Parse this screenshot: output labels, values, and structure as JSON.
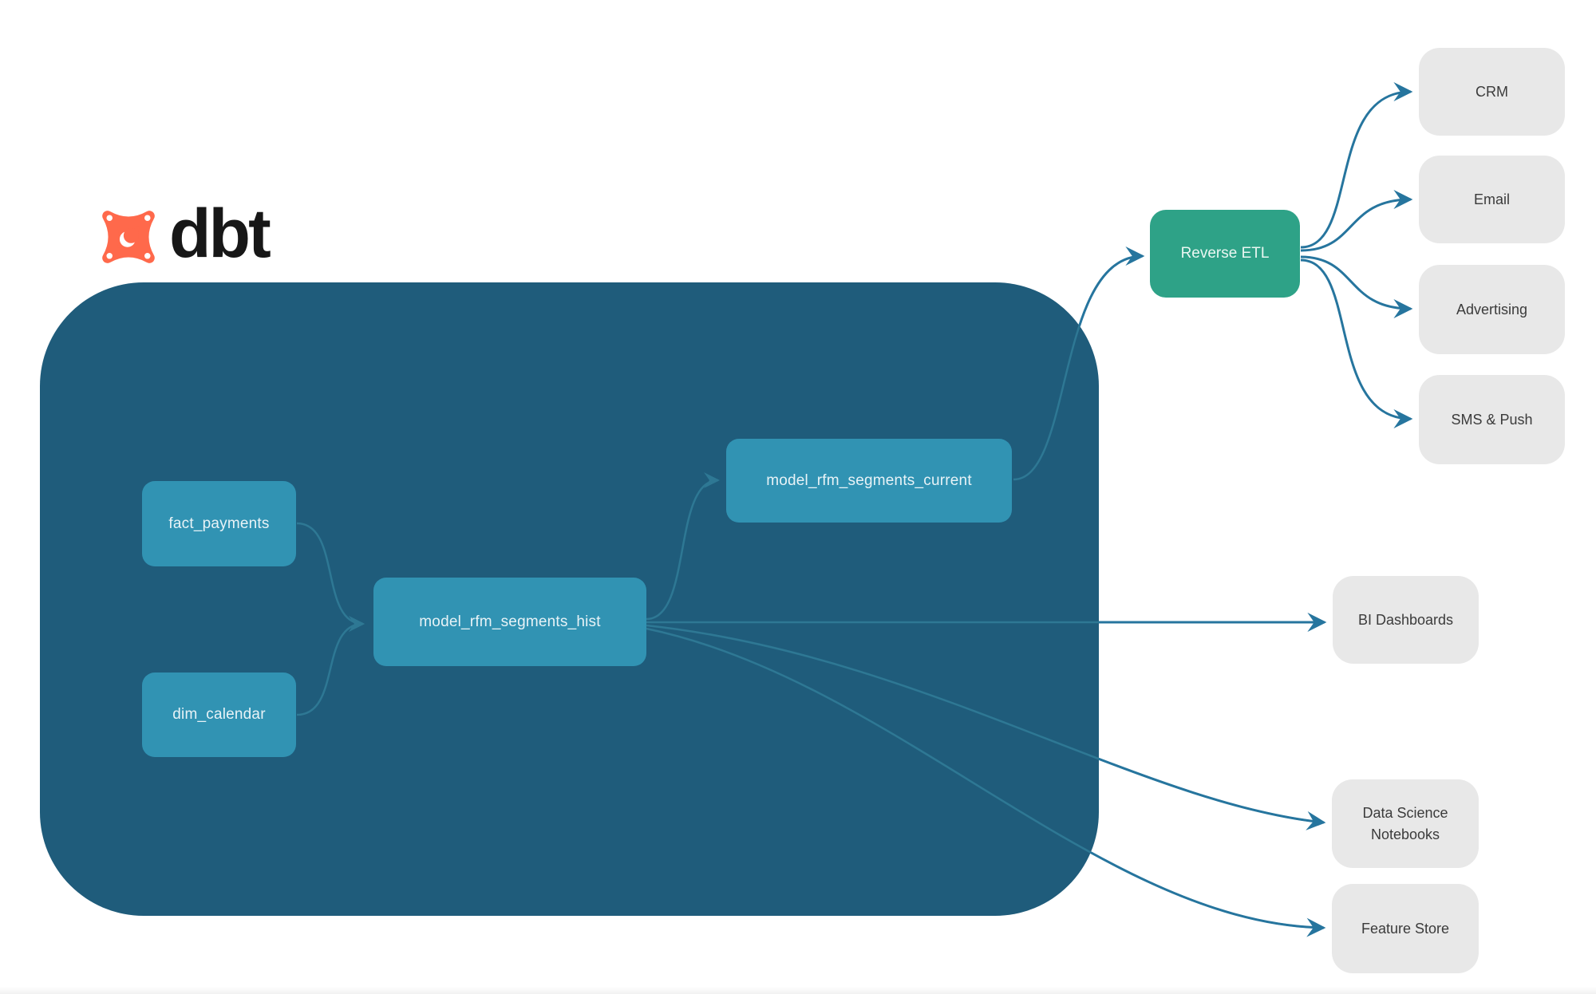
{
  "brand": {
    "name": "dbt"
  },
  "colors": {
    "warehouse_container_bg": "#1F5C7B",
    "model_node_bg": "#3193B3",
    "model_node_text": "#E8F3F7",
    "reverse_etl_bg": "#2EA287",
    "destination_bg": "#E8E8E8",
    "destination_text": "#3B3B3B",
    "arrow_outside_container": "#26759E",
    "arrow_inside_container": "#2E7894",
    "logo_orange": "#FF694B"
  },
  "nodes": {
    "fact_payments": {
      "label": "fact_payments"
    },
    "dim_calendar": {
      "label": "dim_calendar"
    },
    "model_rfm_segments_hist": {
      "label": "model_rfm_segments_hist"
    },
    "model_rfm_segments_current": {
      "label": "model_rfm_segments_current"
    },
    "reverse_etl": {
      "label": "Reverse ETL"
    },
    "crm": {
      "label": "CRM"
    },
    "email": {
      "label": "Email"
    },
    "advertising": {
      "label": "Advertising"
    },
    "sms_push": {
      "label": "SMS & Push"
    },
    "bi_dashboards": {
      "label": "BI Dashboards"
    },
    "data_science_notebooks": {
      "label": "Data Science Notebooks"
    },
    "feature_store": {
      "label": "Feature Store"
    }
  },
  "edges": [
    {
      "from": "fact_payments",
      "to": "model_rfm_segments_hist"
    },
    {
      "from": "dim_calendar",
      "to": "model_rfm_segments_hist"
    },
    {
      "from": "model_rfm_segments_hist",
      "to": "model_rfm_segments_current"
    },
    {
      "from": "model_rfm_segments_current",
      "to": "reverse_etl"
    },
    {
      "from": "reverse_etl",
      "to": "crm"
    },
    {
      "from": "reverse_etl",
      "to": "email"
    },
    {
      "from": "reverse_etl",
      "to": "advertising"
    },
    {
      "from": "reverse_etl",
      "to": "sms_push"
    },
    {
      "from": "model_rfm_segments_hist",
      "to": "bi_dashboards"
    },
    {
      "from": "model_rfm_segments_hist",
      "to": "data_science_notebooks"
    },
    {
      "from": "model_rfm_segments_hist",
      "to": "feature_store"
    }
  ]
}
